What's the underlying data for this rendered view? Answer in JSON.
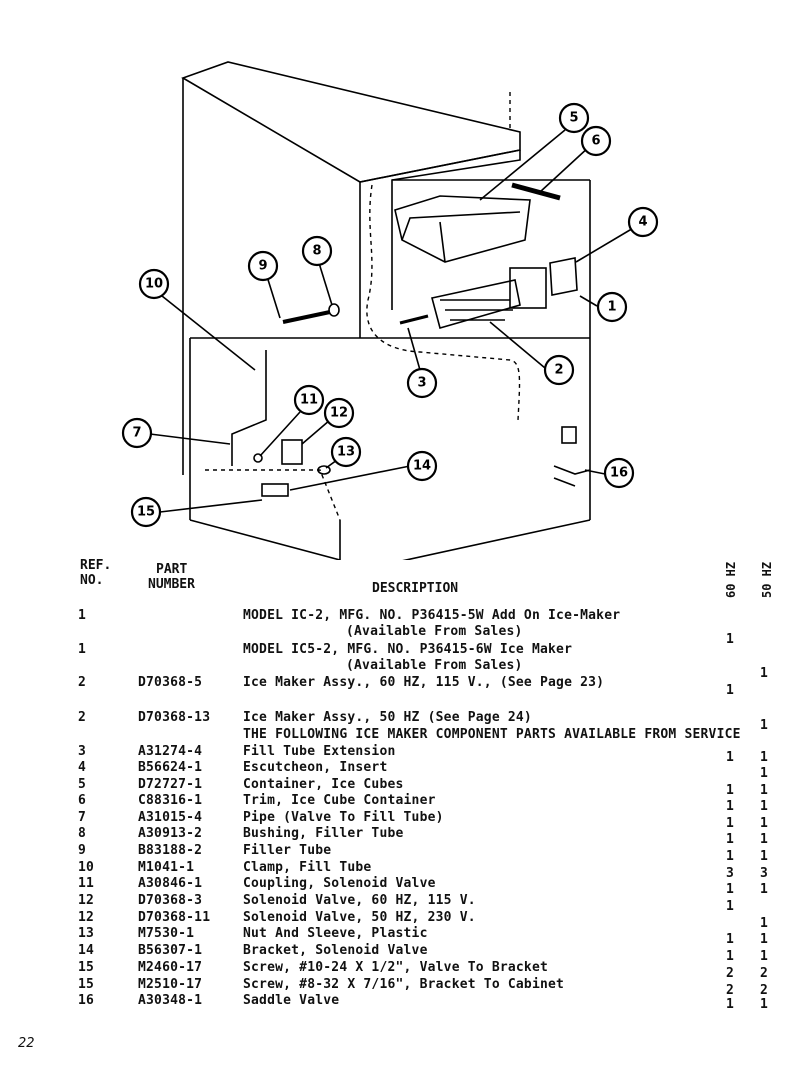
{
  "header": {
    "ref_line1": "REF.",
    "ref_line2": "NO.",
    "part_line1": "PART",
    "part_line2": "NUMBER",
    "description": "DESCRIPTION",
    "hz60": "60 HZ",
    "hz50": "50 HZ"
  },
  "callouts": [
    "1",
    "2",
    "3",
    "4",
    "5",
    "6",
    "7",
    "8",
    "9",
    "10",
    "11",
    "12",
    "13",
    "14",
    "15",
    "16"
  ],
  "rows": [
    {
      "ref": "1",
      "part": "",
      "desc": "MODEL IC-2, MFG. NO. P36415-5W Add On Ice-Maker",
      "sub": "(Available From Sales)",
      "q60": "1",
      "q50": ""
    },
    {
      "ref": "1",
      "part": "",
      "desc": "MODEL IC5-2, MFG. NO. P36415-6W Ice Maker",
      "sub": "(Available From Sales)",
      "q60": "",
      "q50": "1"
    },
    {
      "ref": "2",
      "part": "D70368-5",
      "desc": "Ice Maker Assy., 60 HZ, 115 V., (See Page 23)",
      "sub": "",
      "q60": "1",
      "q50": ""
    },
    {
      "ref": "2",
      "part": "D70368-13",
      "desc": "Ice Maker Assy., 50 HZ (See Page 24)",
      "sub": "",
      "q60": "",
      "q50": "1"
    },
    {
      "ref": "",
      "part": "",
      "desc": "THE FOLLOWING ICE MAKER COMPONENT PARTS AVAILABLE FROM SERVICE",
      "sub": "",
      "q60": "",
      "q50": ""
    },
    {
      "ref": "3",
      "part": "A31274-4",
      "desc": "Fill Tube Extension",
      "sub": "",
      "q60": "1",
      "q50": "1"
    },
    {
      "ref": "4",
      "part": "B56624-1",
      "desc": "Escutcheon, Insert",
      "sub": "",
      "q60": "",
      "q50": "1"
    },
    {
      "ref": "5",
      "part": "D72727-1",
      "desc": "Container, Ice Cubes",
      "sub": "",
      "q60": "1",
      "q50": "1"
    },
    {
      "ref": "6",
      "part": "C88316-1",
      "desc": "Trim, Ice Cube Container",
      "sub": "",
      "q60": "1",
      "q50": "1"
    },
    {
      "ref": "7",
      "part": "A31015-4",
      "desc": "Pipe (Valve To Fill Tube)",
      "sub": "",
      "q60": "1",
      "q50": "1"
    },
    {
      "ref": "8",
      "part": "A30913-2",
      "desc": "Bushing, Filler Tube",
      "sub": "",
      "q60": "1",
      "q50": "1"
    },
    {
      "ref": "9",
      "part": "B83188-2",
      "desc": "Filler Tube",
      "sub": "",
      "q60": "1",
      "q50": "1"
    },
    {
      "ref": "10",
      "part": "M1041-1",
      "desc": "Clamp, Fill Tube",
      "sub": "",
      "q60": "3",
      "q50": "3"
    },
    {
      "ref": "11",
      "part": "A30846-1",
      "desc": "Coupling, Solenoid Valve",
      "sub": "",
      "q60": "1",
      "q50": "1"
    },
    {
      "ref": "12",
      "part": "D70368-3",
      "desc": "Solenoid Valve, 60 HZ, 115 V.",
      "sub": "",
      "q60": "1",
      "q50": ""
    },
    {
      "ref": "12",
      "part": "D70368-11",
      "desc": "Solenoid Valve, 50 HZ, 230 V.",
      "sub": "",
      "q60": "",
      "q50": "1"
    },
    {
      "ref": "13",
      "part": "M7530-1",
      "desc": "Nut And Sleeve, Plastic",
      "sub": "",
      "q60": "1",
      "q50": "1"
    },
    {
      "ref": "14",
      "part": "B56307-1",
      "desc": "Bracket, Solenoid Valve",
      "sub": "",
      "q60": "1",
      "q50": "1"
    },
    {
      "ref": "15",
      "part": "M2460-17",
      "desc": "Screw, #10-24 X 1/2\", Valve To Bracket",
      "sub": "",
      "q60": "2",
      "q50": "2"
    },
    {
      "ref": "15",
      "part": "M2510-17",
      "desc": "Screw, #8-32 X 7/16\", Bracket To Cabinet",
      "sub": "",
      "q60": "2",
      "q50": "2"
    },
    {
      "ref": "16",
      "part": "A30348-1",
      "desc": "Saddle Valve",
      "sub": "",
      "q60": "1",
      "q50": "1"
    }
  ],
  "page_number": "22"
}
